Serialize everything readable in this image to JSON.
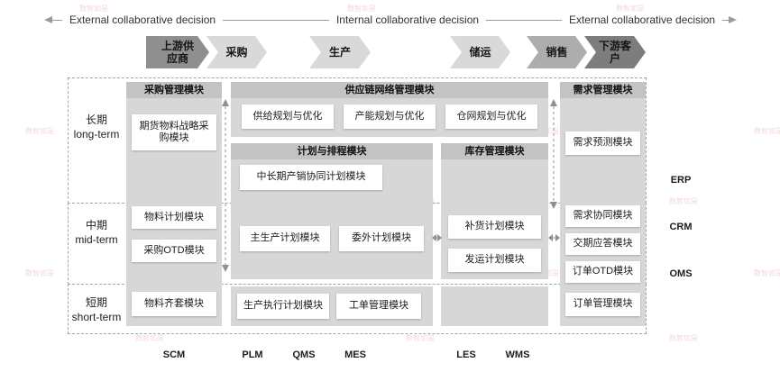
{
  "top_axis": {
    "left_label": "External collaborative decision",
    "center_label": "Internal collaborative decision",
    "right_label": "External collaborative decision"
  },
  "flow_chevrons": [
    {
      "label": "上游供应商",
      "shade": "dark"
    },
    {
      "label": "采购",
      "shade": "light"
    },
    {
      "label": "生产",
      "shade": "light"
    },
    {
      "label": "储运",
      "shade": "light"
    },
    {
      "label": "销售",
      "shade": "medium"
    },
    {
      "label": "下游客户",
      "shade": "darkest"
    }
  ],
  "rows": [
    {
      "cn": "长期",
      "en": "long-term"
    },
    {
      "cn": "中期",
      "en": "mid-term"
    },
    {
      "cn": "短期",
      "en": "short-term"
    }
  ],
  "procurement": {
    "header": "采购管理模块",
    "long_item": "期货物料战略采购模块",
    "mid_items": [
      "物料计划模块",
      "采购OTD模块"
    ],
    "short_item": "物料齐套模块"
  },
  "network": {
    "header": "供应链网络管理模块",
    "items": [
      "供给规划与优化",
      "产能规划与优化",
      "仓网规划与优化"
    ]
  },
  "planning": {
    "header": "计划与排程模块",
    "long_item": "中长期产销协同计划模块",
    "mid_items": [
      "主生产计划模块",
      "委外计划模块"
    ],
    "short_items": [
      "生产执行计划模块",
      "工单管理模块"
    ]
  },
  "inventory": {
    "header": "库存管理模块",
    "mid_items": [
      "补货计划模块",
      "发运计划模块"
    ]
  },
  "demand": {
    "header": "需求管理模块",
    "long_item": "需求预测模块",
    "mid_items": [
      "需求协同模块",
      "交期应答模块",
      "订单OTD模块"
    ],
    "short_item": "订单管理模块"
  },
  "side_systems": [
    {
      "label": "ERP"
    },
    {
      "label": "CRM"
    },
    {
      "label": "OMS"
    }
  ],
  "bottom_systems": [
    {
      "label": "SCM"
    },
    {
      "label": "PLM"
    },
    {
      "label": "QMS"
    },
    {
      "label": "MES"
    },
    {
      "label": "LES"
    },
    {
      "label": "WMS"
    }
  ],
  "watermark": {
    "text": "数智如是"
  },
  "colors": {
    "panel_gray": "#d7d7d7",
    "panel_header_gray": "#c3c3c3",
    "chevron_light": "#d9d9d9",
    "chevron_medium": "#adadad",
    "chevron_dark": "#8f8f8f",
    "chevron_darkest": "#7d7d7d",
    "dashed_border": "#93a9c4",
    "watermark_red": "#d98c8c"
  }
}
